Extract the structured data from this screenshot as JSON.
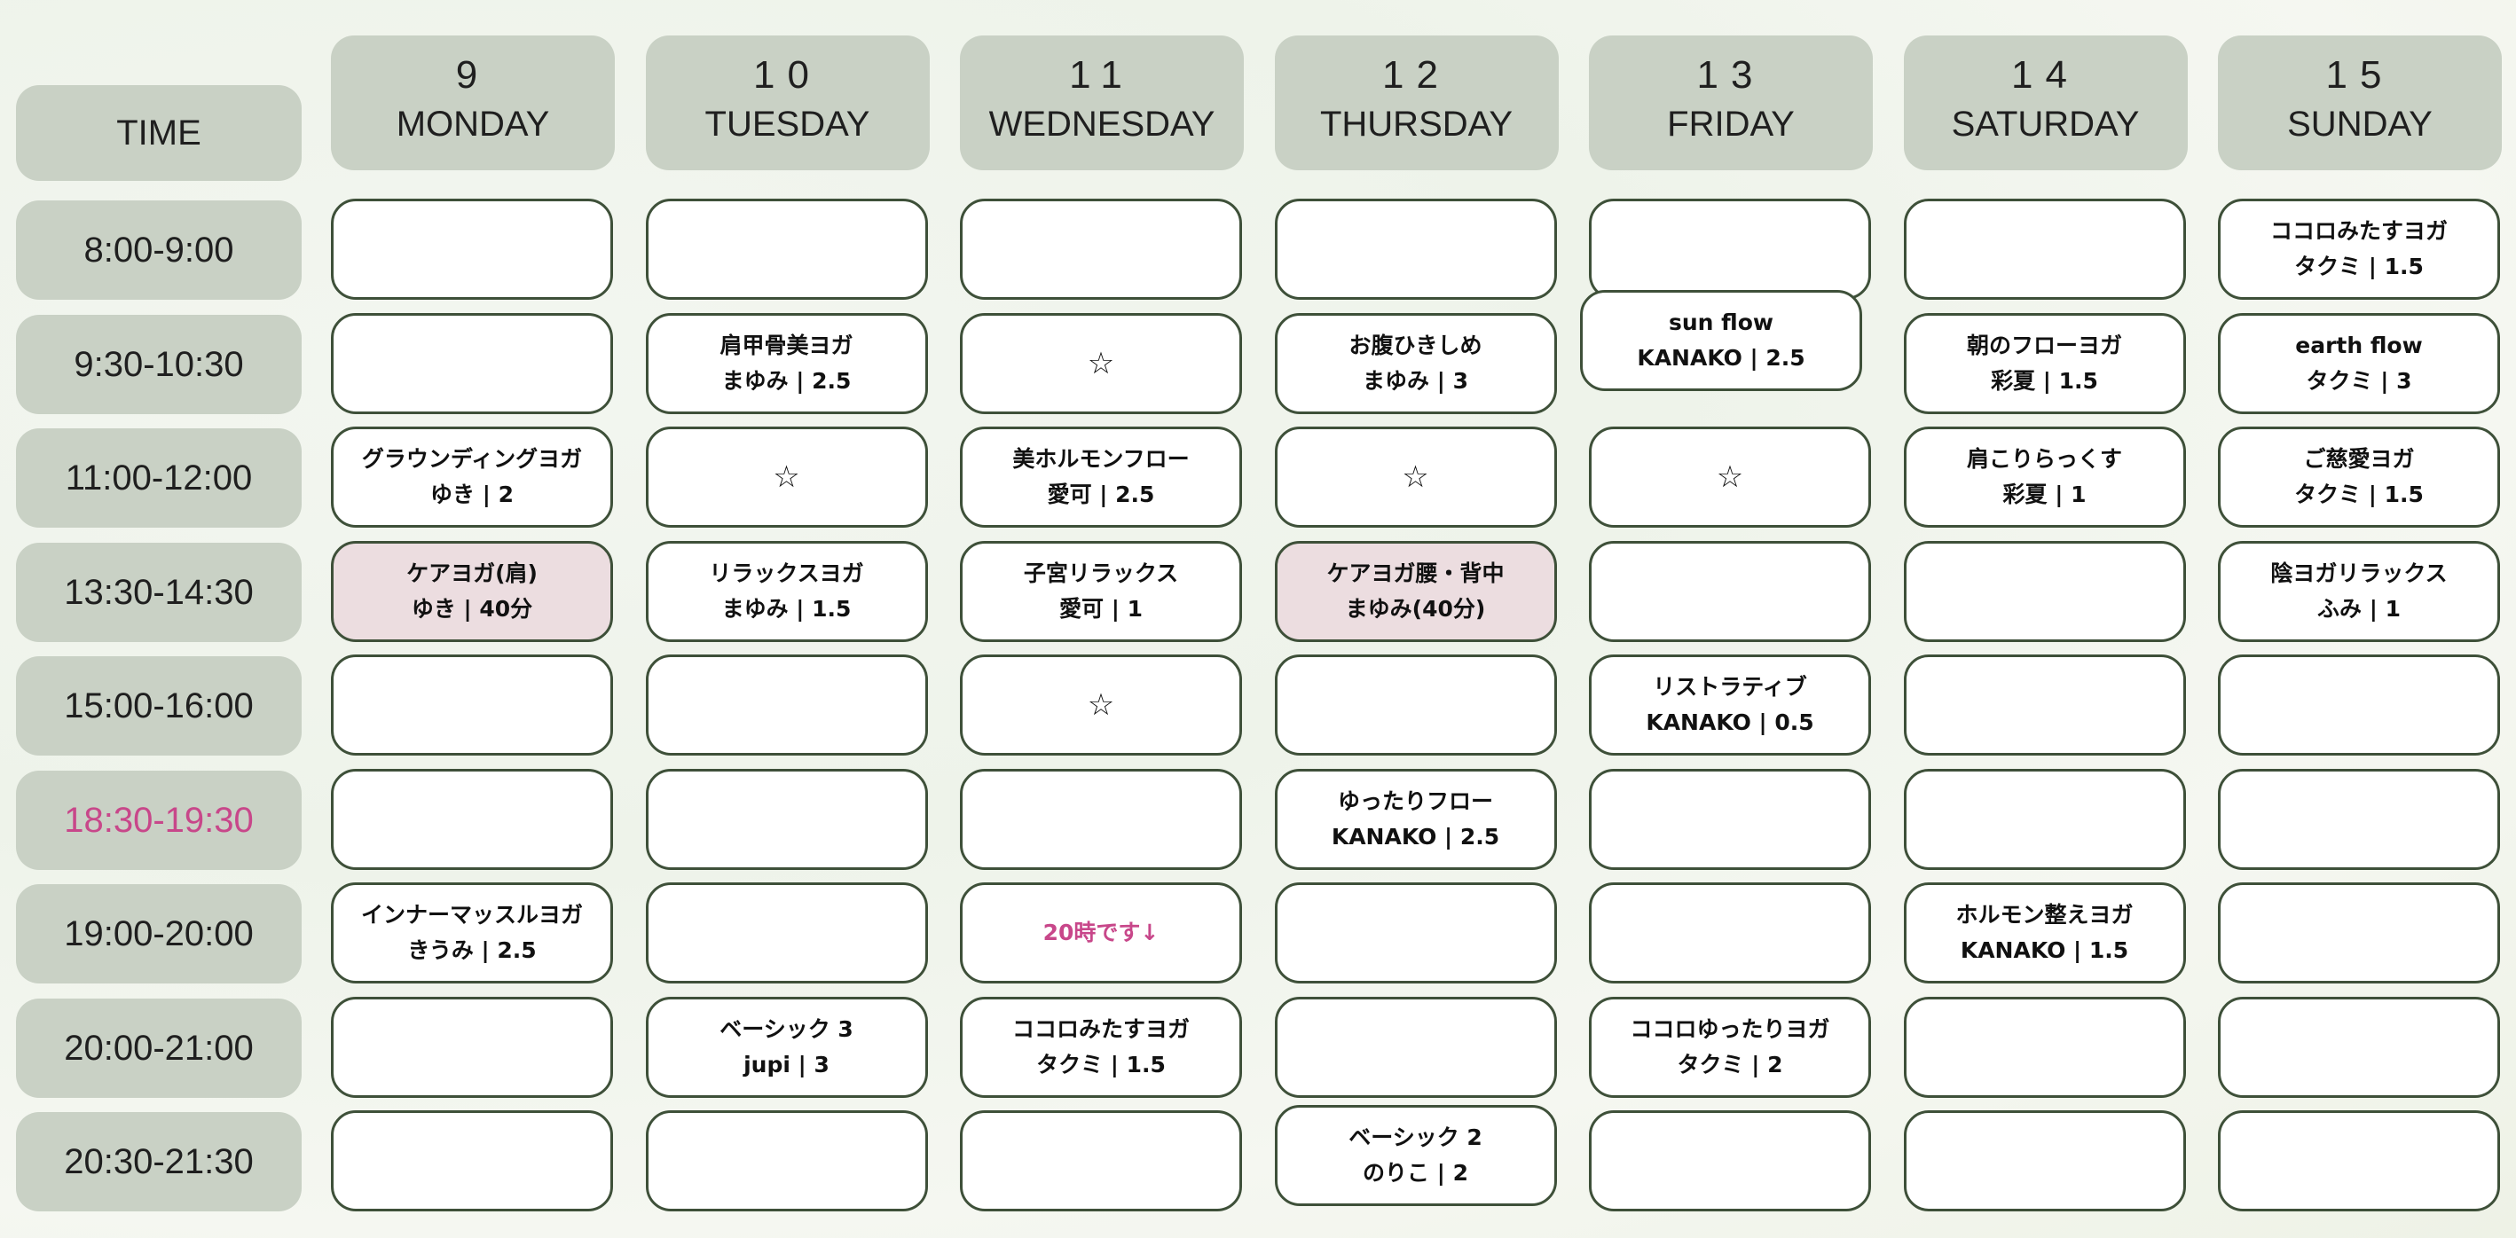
{
  "colors": {
    "header_bg": "#c9d1c5",
    "border": "#3e5039",
    "highlight_bg": "#ecdde0",
    "accent_text": "#c8478a"
  },
  "time_header": "TIME",
  "days": [
    {
      "num": "9",
      "name": "MONDAY"
    },
    {
      "num": "10",
      "name": "TUESDAY"
    },
    {
      "num": "11",
      "name": "WEDNESDAY"
    },
    {
      "num": "12",
      "name": "THURSDAY"
    },
    {
      "num": "13",
      "name": "FRIDAY"
    },
    {
      "num": "14",
      "name": "SATURDAY"
    },
    {
      "num": "15",
      "name": "SUNDAY"
    }
  ],
  "times": [
    {
      "label": "8:00-9:00"
    },
    {
      "label": "9:30-10:30"
    },
    {
      "label": "11:00-12:00"
    },
    {
      "label": "13:30-14:30"
    },
    {
      "label": "15:00-16:00"
    },
    {
      "label": "18:30-19:30",
      "accent": true
    },
    {
      "label": "19:00-20:00"
    },
    {
      "label": "20:00-21:00"
    },
    {
      "label": "20:30-21:30"
    }
  ],
  "schedule": [
    [
      {},
      {},
      {
        "title": "グラウンディングヨガ",
        "info": "ゆき | 2"
      },
      {
        "title": "ケアヨガ(肩)",
        "info": "ゆき | 40分",
        "highlight": true
      },
      {},
      {},
      {
        "title": "インナーマッスルヨガ",
        "info": "きうみ | 2.5"
      },
      {},
      {}
    ],
    [
      {},
      {
        "title": "肩甲骨美ヨガ",
        "info": "まゆみ | 2.5"
      },
      {
        "star": "☆"
      },
      {
        "title": "リラックスヨガ",
        "info": "まゆみ | 1.5"
      },
      {},
      {},
      {},
      {
        "title": "ベーシック 3",
        "info": "jupi |  3"
      },
      {}
    ],
    [
      {},
      {
        "star": "☆"
      },
      {
        "title": "美ホルモンフロー",
        "info": "愛可 | 2.5"
      },
      {
        "title": "子宮リラックス",
        "info": "愛可 | 1"
      },
      {
        "star": "☆"
      },
      {},
      {
        "note": "20時です↓"
      },
      {
        "title": "ココロみたすヨガ",
        "info": "タクミ | 1.5"
      },
      {}
    ],
    [
      {},
      {
        "title": "お腹ひきしめ",
        "info": "まゆみ | 3"
      },
      {
        "star": "☆"
      },
      {
        "title": "ケアヨガ腰・背中",
        "info": "まゆみ(40分)",
        "highlight": true
      },
      {},
      {
        "title": "ゆったりフロー",
        "info": "KANAKO | 2.5"
      },
      {},
      {},
      {
        "title": "ベーシック 2",
        "info": "のりこ |  2"
      }
    ],
    [
      {},
      {
        "title": "sun flow",
        "info": "KANAKO | 2.5"
      },
      {
        "star": "☆"
      },
      {},
      {
        "title": "リストラティブ",
        "info": "KANAKO | 0.5"
      },
      {},
      {},
      {
        "title": "ココロゆったりヨガ",
        "info": "タクミ | 2"
      },
      {}
    ],
    [
      {},
      {
        "title": "朝のフローヨガ",
        "info": "彩夏 | 1.5"
      },
      {
        "title": "肩こりらっくす",
        "info": "彩夏 | 1"
      },
      {},
      {},
      {},
      {
        "title": "ホルモン整えヨガ",
        "info": "KANAKO | 1.5"
      },
      {},
      {}
    ],
    [
      {
        "title": "ココロみたすヨガ",
        "info": "タクミ | 1.5"
      },
      {
        "title": "earth flow",
        "info": "タクミ | 3"
      },
      {
        "title": "ご慈愛ヨガ",
        "info": "タクミ | 1.5"
      },
      {
        "title": "陰ヨガリラックス",
        "info": "ふみ | 1"
      },
      {},
      {},
      {},
      {},
      {}
    ]
  ]
}
